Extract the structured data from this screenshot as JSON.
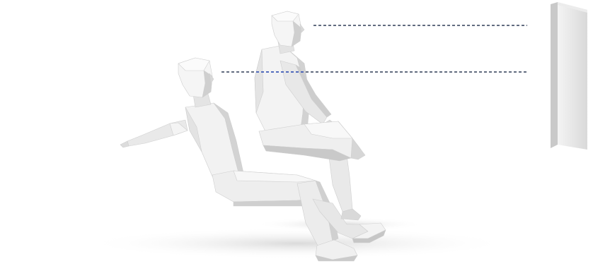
{
  "colors": {
    "background": "#ffffff",
    "figure_light": "#f3f3f3",
    "figure_mid": "#e2e2e2",
    "figure_dark": "#c8c8c8",
    "figure_shadow": "#b0b0b0",
    "sight_line": "#2f3b57",
    "sight_line_highlight": "#3b5fd6",
    "screen_face": "#e6e6e6",
    "screen_edge": "#c4c4c4",
    "floor_shadow": "#dcdcdc"
  },
  "scene": {
    "figures": [
      {
        "name": "reclined-seated-figure"
      },
      {
        "name": "upright-seated-figure"
      }
    ],
    "sight_lines": [
      {
        "name": "sight-line-upright",
        "style": "dashed"
      },
      {
        "name": "sight-line-reclined",
        "style": "dashed"
      }
    ],
    "display": {
      "name": "wall-display-panel"
    }
  }
}
